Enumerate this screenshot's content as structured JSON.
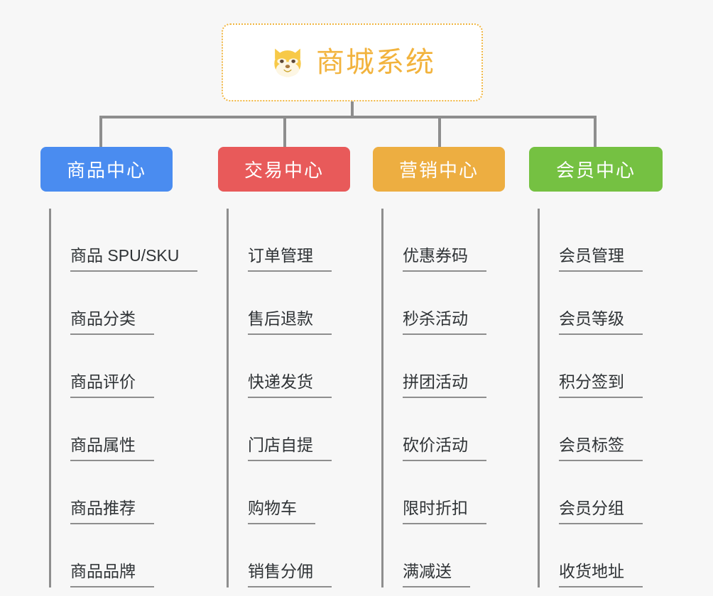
{
  "root": {
    "title": "商城系统",
    "icon": "shiba-dog-icon",
    "border_color": "#f0b642",
    "text_color": "#f2b33d",
    "background": "#ffffff"
  },
  "page": {
    "background": "#f7f7f7",
    "connector_color": "#8e8e8e"
  },
  "categories": [
    {
      "label": "商品中心",
      "color": "#4a8cf0",
      "items": [
        "商品 SPU/SKU",
        "商品分类",
        "商品评价",
        "商品属性",
        "商品推荐",
        "商品品牌"
      ]
    },
    {
      "label": "交易中心",
      "color": "#e85a5a",
      "items": [
        "订单管理",
        "售后退款",
        "快递发货",
        "门店自提",
        "购物车",
        "销售分佣"
      ]
    },
    {
      "label": "营销中心",
      "color": "#edae41",
      "items": [
        "优惠券码",
        "秒杀活动",
        "拼团活动",
        "砍价活动",
        "限时折扣",
        "满减送"
      ]
    },
    {
      "label": "会员中心",
      "color": "#75c142",
      "items": [
        "会员管理",
        "会员等级",
        "积分签到",
        "会员标签",
        "会员分组",
        "收货地址"
      ]
    }
  ]
}
